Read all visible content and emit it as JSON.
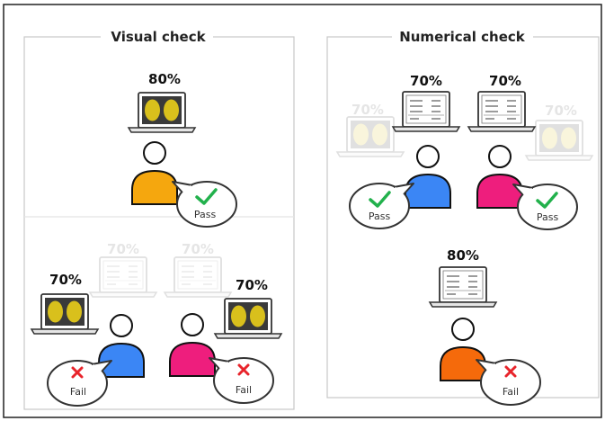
{
  "panels": {
    "visual": {
      "title": "Visual check"
    },
    "numerical": {
      "title": "Numerical check"
    }
  },
  "figure": {
    "visual_top": {
      "percent": "80%",
      "person_color": "#f5a70e",
      "result": {
        "label": "Pass",
        "status": "pass"
      }
    },
    "visual_faded_left": {
      "percent": "70%"
    },
    "visual_faded_right": {
      "percent": "70%"
    },
    "visual_left": {
      "percent": "70%",
      "person_color": "#3b86f5",
      "result": {
        "label": "Fail",
        "status": "fail"
      }
    },
    "visual_right": {
      "percent": "70%",
      "person_color": "#ee1e7d",
      "result": {
        "label": "Fail",
        "status": "fail"
      }
    },
    "num_faded_left": {
      "percent": "70%"
    },
    "num_faded_right": {
      "percent": "70%"
    },
    "num_left": {
      "percent": "70%",
      "person_color": "#3b86f5",
      "result": {
        "label": "Pass",
        "status": "pass"
      }
    },
    "num_right": {
      "percent": "70%",
      "person_color": "#ee1e7d",
      "result": {
        "label": "Pass",
        "status": "pass"
      }
    },
    "num_bottom": {
      "percent": "80%",
      "person_color": "#f56a0b",
      "result": {
        "label": "Fail",
        "status": "fail"
      }
    }
  },
  "colors": {
    "pass_check": "#22b14c",
    "fail_cross": "#e8242b",
    "divider": "#c7c7c7",
    "screen_image": "#d9c01c"
  },
  "icons": {
    "pass": "check-mark-icon",
    "fail": "cross-mark-icon",
    "laptop": "laptop-icon",
    "person": "person-icon"
  }
}
